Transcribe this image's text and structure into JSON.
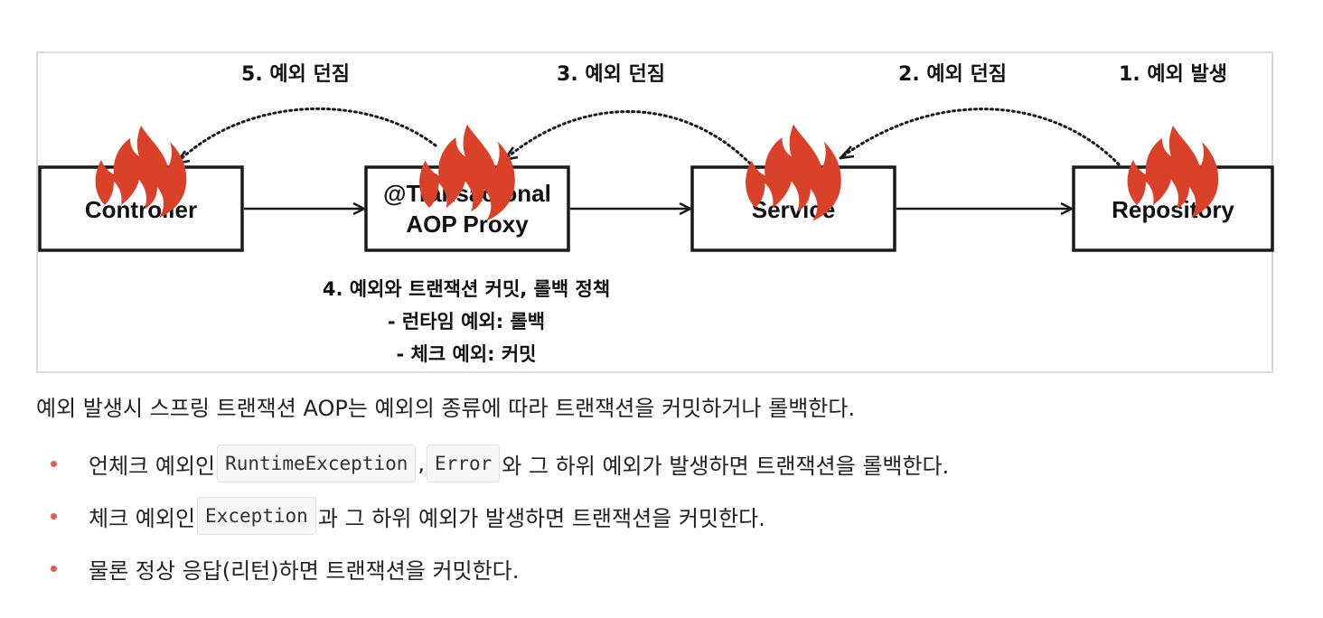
{
  "diagram": {
    "steps": {
      "step5": "5. 예외 던짐",
      "step3": "3. 예외 던짐",
      "step2": "2. 예외 던짐",
      "step1": "1. 예외 발생"
    },
    "boxes": {
      "controller": "Controller",
      "proxy_line1": "@Transactonal",
      "proxy_line2": "AOP Proxy",
      "service": "Service",
      "repository": "Repository"
    },
    "policy": {
      "line1": "4. 예외와 트랜잭션 커밋, 롤백 정책",
      "line2": "- 런타임 예외: 롤백",
      "line3": "- 체크 예외: 커밋"
    },
    "icons": {
      "flame": "fire-icon",
      "arrow": "arrow-right-icon"
    },
    "colors": {
      "flame": "#d9412a",
      "border": "#1a1a1a",
      "frame": "#d9d9d9",
      "bullet": "#d9624f"
    }
  },
  "text": {
    "intro": "예외 발생시 스프링 트랜잭션 AOP는 예외의 종류에 따라 트랜잭션을 커밋하거나 롤백한다.",
    "bullet1": {
      "prefix": "언체크 예외인 ",
      "code1": "RuntimeException",
      "sep": ", ",
      "code2": "Error",
      "suffix": " 와 그 하위 예외가 발생하면 트랜잭션을 롤백한다."
    },
    "bullet2": {
      "prefix": "체크 예외인 ",
      "code1": "Exception",
      "suffix": " 과 그 하위 예외가 발생하면 트랜잭션을 커밋한다."
    },
    "bullet3": {
      "text": "물론 정상 응답(리턴)하면 트랜잭션을 커밋한다."
    }
  }
}
